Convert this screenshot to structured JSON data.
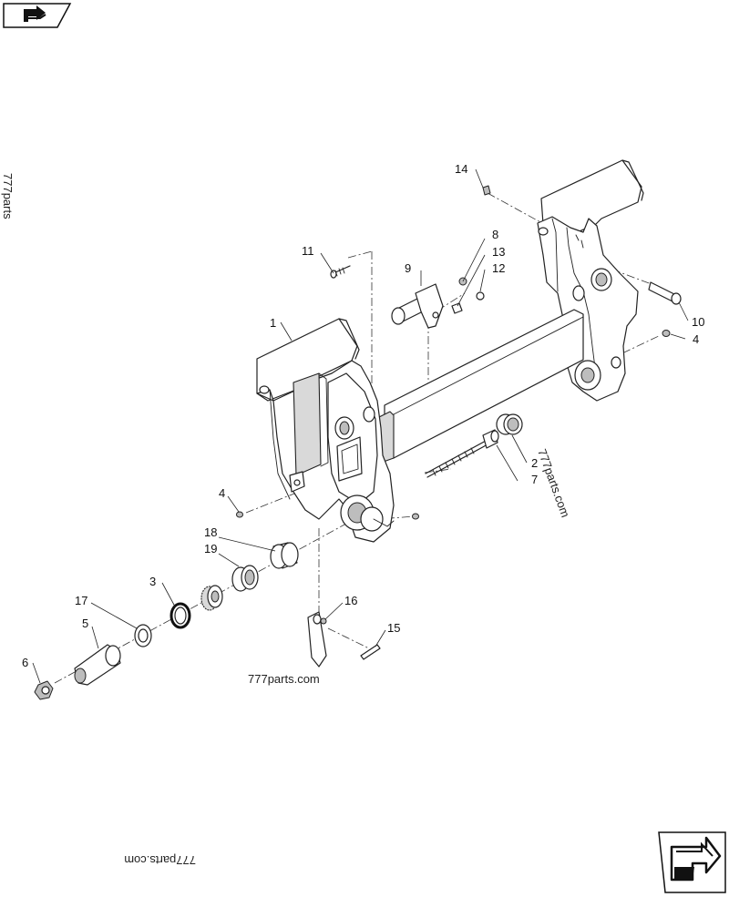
{
  "callouts": [
    {
      "id": "c14",
      "label": "14"
    },
    {
      "id": "c11",
      "label": "11"
    },
    {
      "id": "c8",
      "label": "8"
    },
    {
      "id": "c13",
      "label": "13"
    },
    {
      "id": "c9",
      "label": "9"
    },
    {
      "id": "c12",
      "label": "12"
    },
    {
      "id": "c1",
      "label": "1"
    },
    {
      "id": "c10",
      "label": "10"
    },
    {
      "id": "c4a",
      "label": "4"
    },
    {
      "id": "c2",
      "label": "2"
    },
    {
      "id": "c7",
      "label": "7"
    },
    {
      "id": "c4b",
      "label": "4"
    },
    {
      "id": "c18",
      "label": "18"
    },
    {
      "id": "c19",
      "label": "19"
    },
    {
      "id": "c3",
      "label": "3"
    },
    {
      "id": "c16",
      "label": "16"
    },
    {
      "id": "c17",
      "label": "17"
    },
    {
      "id": "c15",
      "label": "15"
    },
    {
      "id": "c5",
      "label": "5"
    },
    {
      "id": "c6",
      "label": "6"
    }
  ],
  "watermarks": {
    "main": "777parts.com",
    "rotated_right": "777parts.com",
    "bottom_inverted": "777parts.com",
    "left_edge": "777parts"
  },
  "icons": {
    "top_left": "previous-page-arrow-icon",
    "bottom_right": "next-page-arrow-icon"
  }
}
